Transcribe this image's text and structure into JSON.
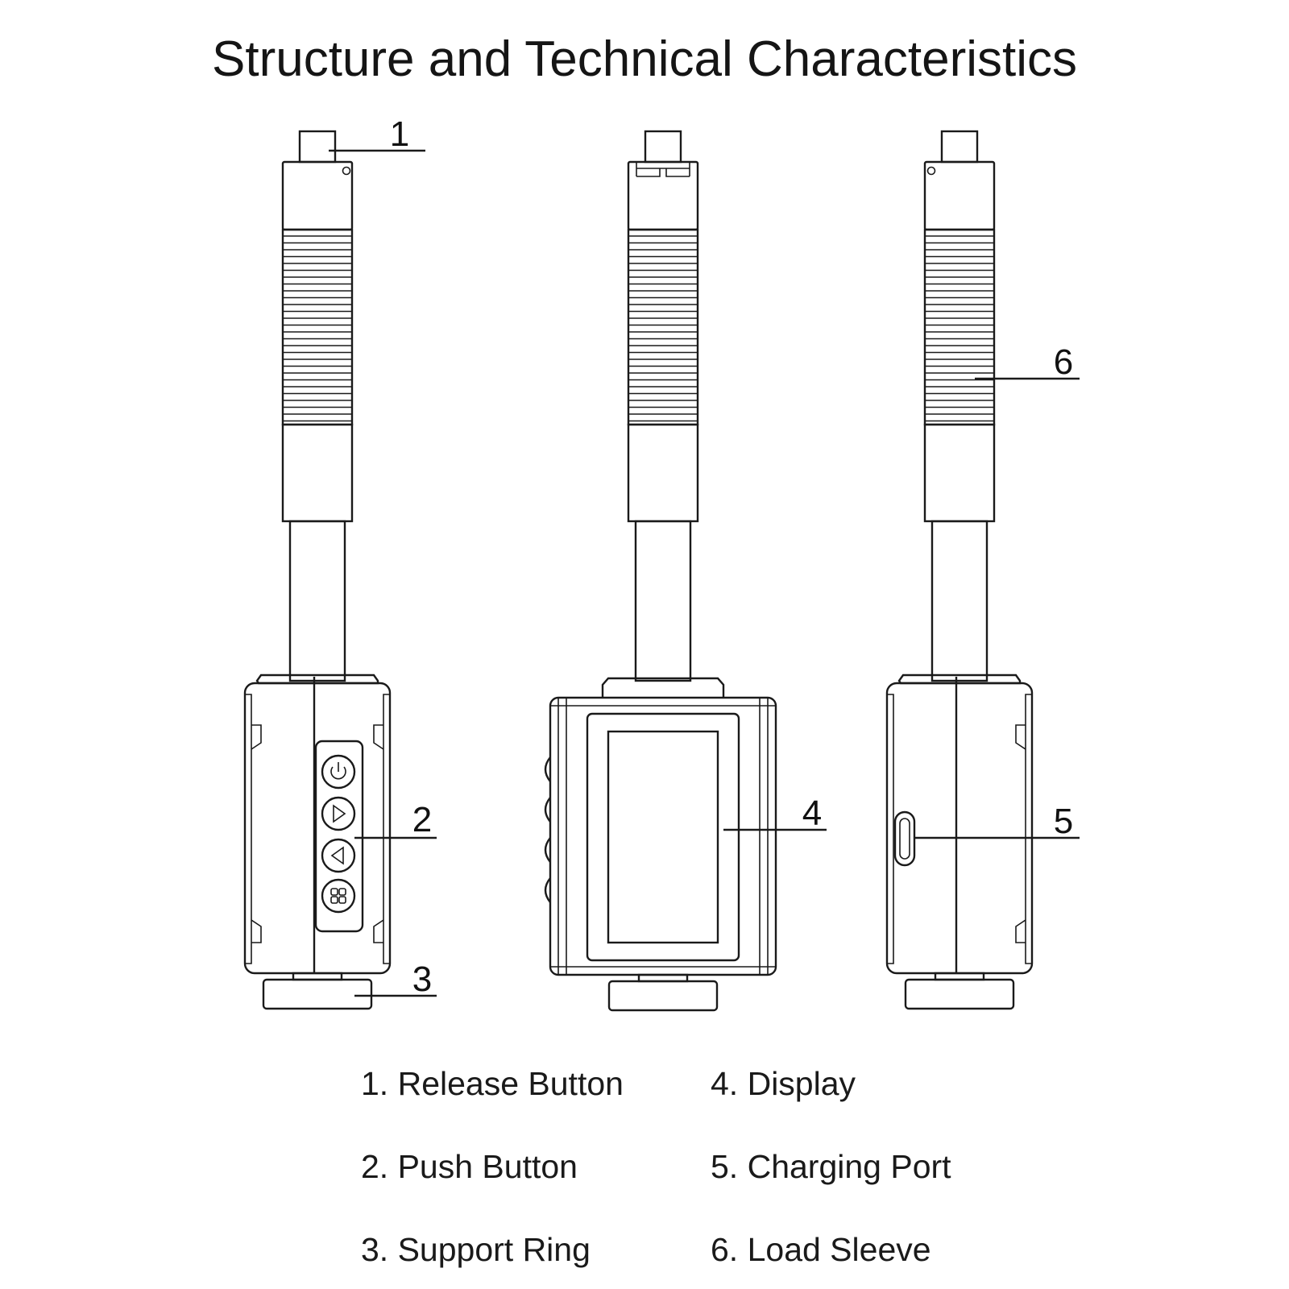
{
  "title": "Structure and Technical Characteristics",
  "callouts": [
    "1",
    "2",
    "3",
    "4",
    "5",
    "6"
  ],
  "legend": [
    "1. Release Button",
    "2. Push Button",
    "3. Support Ring",
    "4. Display",
    "5. Charging Port",
    "6. Load Sleeve"
  ],
  "icons": [
    "power-icon",
    "play-right-icon",
    "play-left-icon",
    "menu-grid-icon",
    "usb-c-port-icon"
  ]
}
